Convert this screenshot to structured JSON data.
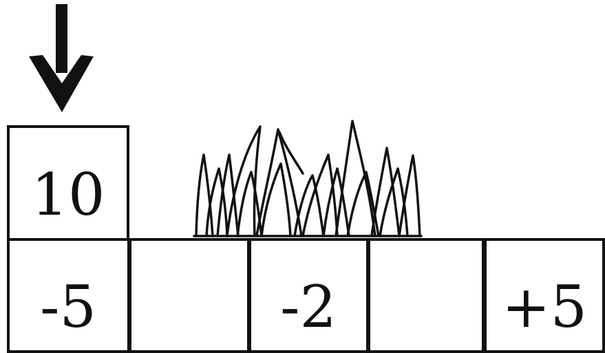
{
  "diagram": {
    "top_cell": {
      "value": "10"
    },
    "bottom_cells": [
      {
        "value": "-5"
      },
      {
        "value": ""
      },
      {
        "value": "-2"
      },
      {
        "value": ""
      },
      {
        "value": "+5"
      }
    ],
    "icons": {
      "arrow": "down-arrow-icon",
      "grass": "grass-icon"
    },
    "colors": {
      "stroke": "#111111",
      "background": "#ffffff"
    }
  }
}
